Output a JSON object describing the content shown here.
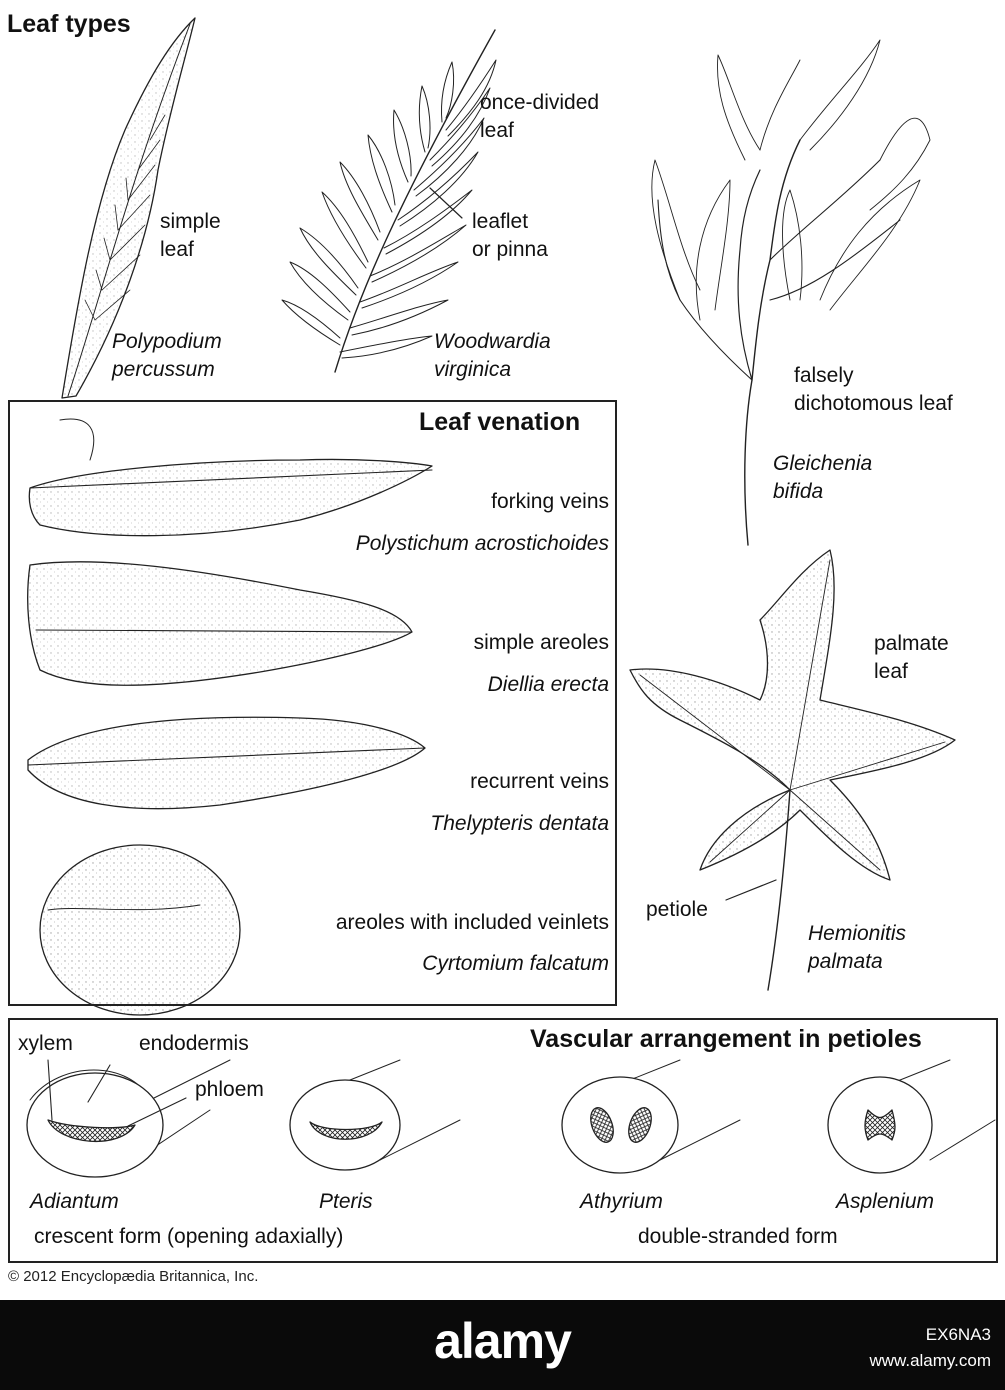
{
  "title": "Leaf types",
  "leaf_types": {
    "simple": {
      "label_1": "simple",
      "label_2": "leaf",
      "species_1": "Polypodium",
      "species_2": "percussum"
    },
    "once_divided": {
      "label_1": "once-divided",
      "label_2": "leaf",
      "leaflet_1": "leaflet",
      "leaflet_2": "or pinna",
      "species_1": "Woodwardia",
      "species_2": "virginica"
    },
    "dichotomous": {
      "label_1": "falsely",
      "label_2": "dichotomous leaf",
      "species_1": "Gleichenia",
      "species_2": "bifida"
    },
    "palmate": {
      "label_1": "palmate",
      "label_2": "leaf",
      "petiole": "petiole",
      "species_1": "Hemionitis",
      "species_2": "palmata"
    }
  },
  "venation": {
    "title": "Leaf venation",
    "items": [
      {
        "type": "forking veins",
        "species": "Polystichum acrostichoides"
      },
      {
        "type": "simple areoles",
        "species": "Diellia erecta"
      },
      {
        "type": "recurrent veins",
        "species": "Thelypteris dentata"
      },
      {
        "type": "areoles with included veinlets",
        "species": "Cyrtomium falcatum"
      }
    ]
  },
  "vascular": {
    "title": "Vascular arrangement in petioles",
    "labels": {
      "xylem": "xylem",
      "endodermis": "endodermis",
      "phloem": "phloem"
    },
    "genera": [
      "Adiantum",
      "Pteris",
      "Athyrium",
      "Asplenium"
    ],
    "forms": [
      "crescent form (opening adaxially)",
      "double-stranded form"
    ]
  },
  "copyright": "© 2012 Encyclopædia Britannica, Inc.",
  "watermark": {
    "brand": "alamy",
    "image_id": "EX6NA3",
    "site": "www.alamy.com"
  }
}
